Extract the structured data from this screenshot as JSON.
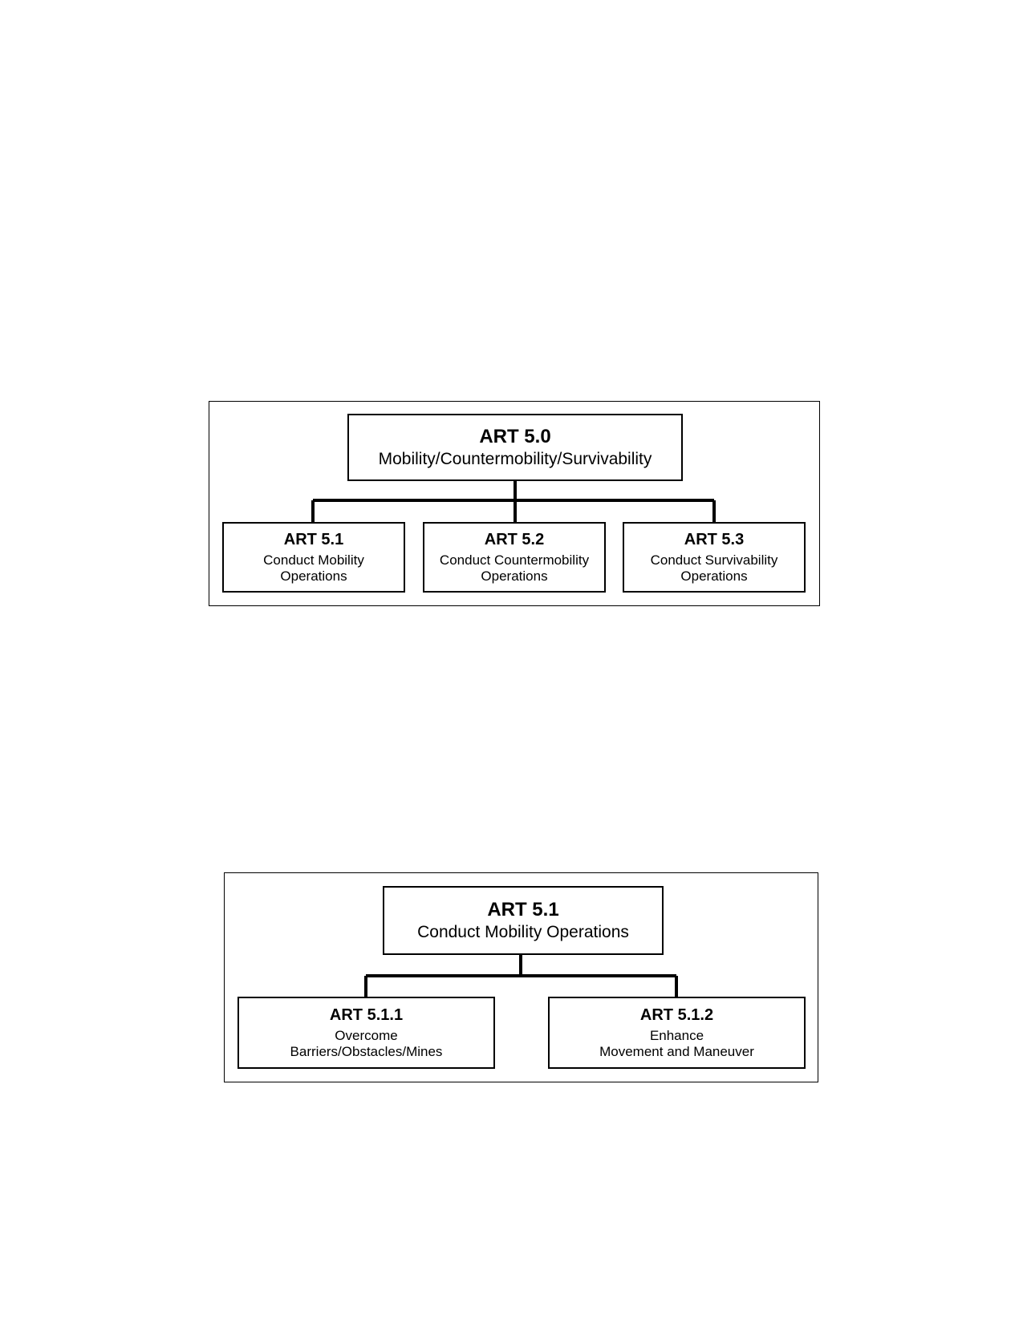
{
  "diagrams": [
    {
      "root": {
        "code": "ART 5.0",
        "title_lines": [
          "Mobility/Countermobility/Survivability"
        ]
      },
      "children": [
        {
          "code": "ART 5.1",
          "title_lines": [
            "Conduct Mobility",
            "Operations"
          ]
        },
        {
          "code": "ART 5.2",
          "title_lines": [
            "Conduct Countermobility",
            "Operations"
          ]
        },
        {
          "code": "ART 5.3",
          "title_lines": [
            "Conduct Survivability",
            "Operations"
          ]
        }
      ]
    },
    {
      "root": {
        "code": "ART 5.1",
        "title_lines": [
          "Conduct Mobility Operations"
        ]
      },
      "children": [
        {
          "code": "ART 5.1.1",
          "title_lines": [
            "Overcome",
            "Barriers/Obstacles/Mines"
          ]
        },
        {
          "code": "ART 5.1.2",
          "title_lines": [
            "Enhance",
            "Movement and Maneuver"
          ]
        }
      ]
    }
  ]
}
